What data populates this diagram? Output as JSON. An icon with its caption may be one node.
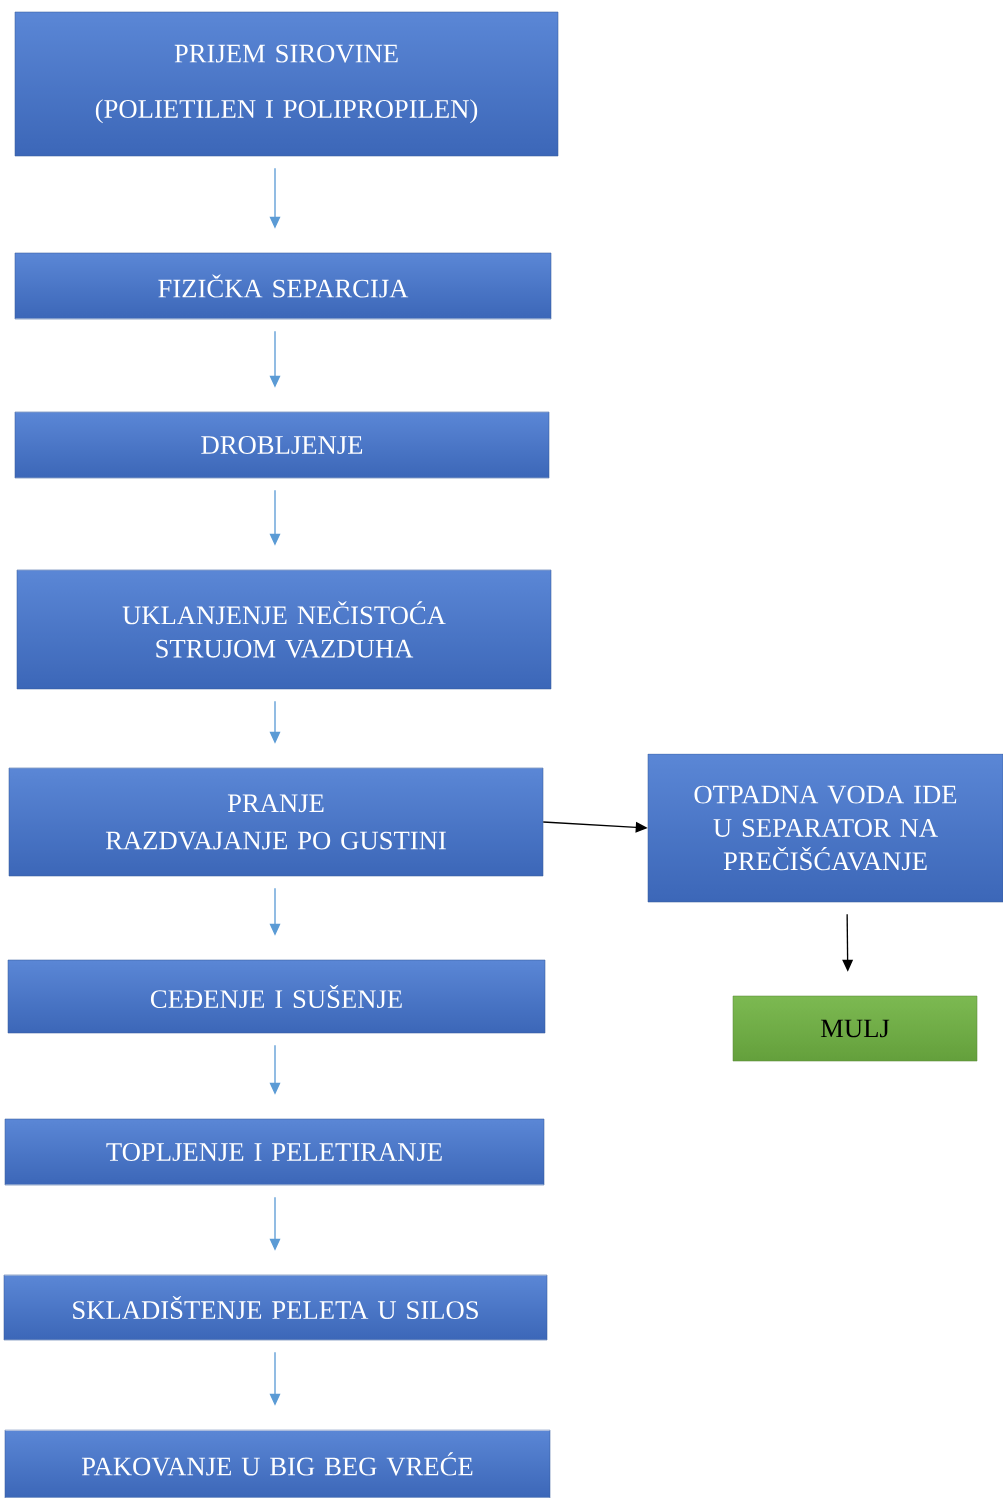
{
  "diagram": {
    "nodes": [
      {
        "text": [
          "PRIJEM SIROVINE",
          "(POLIETILEN I POLIPROPILEN)"
        ]
      },
      {
        "text": [
          "FIZIČKA SEPARCIJA"
        ]
      },
      {
        "text": [
          "DROBLJENJE"
        ]
      },
      {
        "text": [
          "UKLANJENJE NEČISTOĆA STRUJOM VAZDUHA"
        ]
      },
      {
        "text": [
          "PRANJE",
          "RAZDVAJANJE PO GUSTINI"
        ]
      },
      {
        "text": [
          "OTPADNA VODA IDE U SEPARATOR NA PREČIŠĆAVANJE"
        ]
      },
      {
        "text": [
          "MULJ"
        ]
      },
      {
        "text": [
          "CEĐENJE I SUŠENJE"
        ]
      },
      {
        "text": [
          "TOPLJENJE I PELETIRANJE"
        ]
      },
      {
        "text": [
          "SKLADIŠTENJE PELETA U SILOS"
        ]
      },
      {
        "text": [
          "PAKOVANJE U BIG BEG VREĆE"
        ]
      }
    ],
    "edges": [
      {
        "from": 0,
        "to": 1,
        "arrow": "to"
      },
      {
        "from": 1,
        "to": 2,
        "arrow": "to"
      },
      {
        "from": 2,
        "to": 3,
        "arrow": "to"
      },
      {
        "from": 3,
        "to": 4,
        "arrow": "to"
      },
      {
        "from": 4,
        "to": 5,
        "arrow": "to",
        "color": "#000000"
      },
      {
        "from": 5,
        "to": 6,
        "arrow": "to",
        "color": "#000000"
      },
      {
        "from": 4,
        "to": 7,
        "arrow": "to"
      },
      {
        "from": 7,
        "to": 8,
        "arrow": "to"
      },
      {
        "from": 8,
        "to": 9,
        "arrow": "to"
      },
      {
        "from": 9,
        "to": 10,
        "arrow": "to"
      }
    ]
  }
}
